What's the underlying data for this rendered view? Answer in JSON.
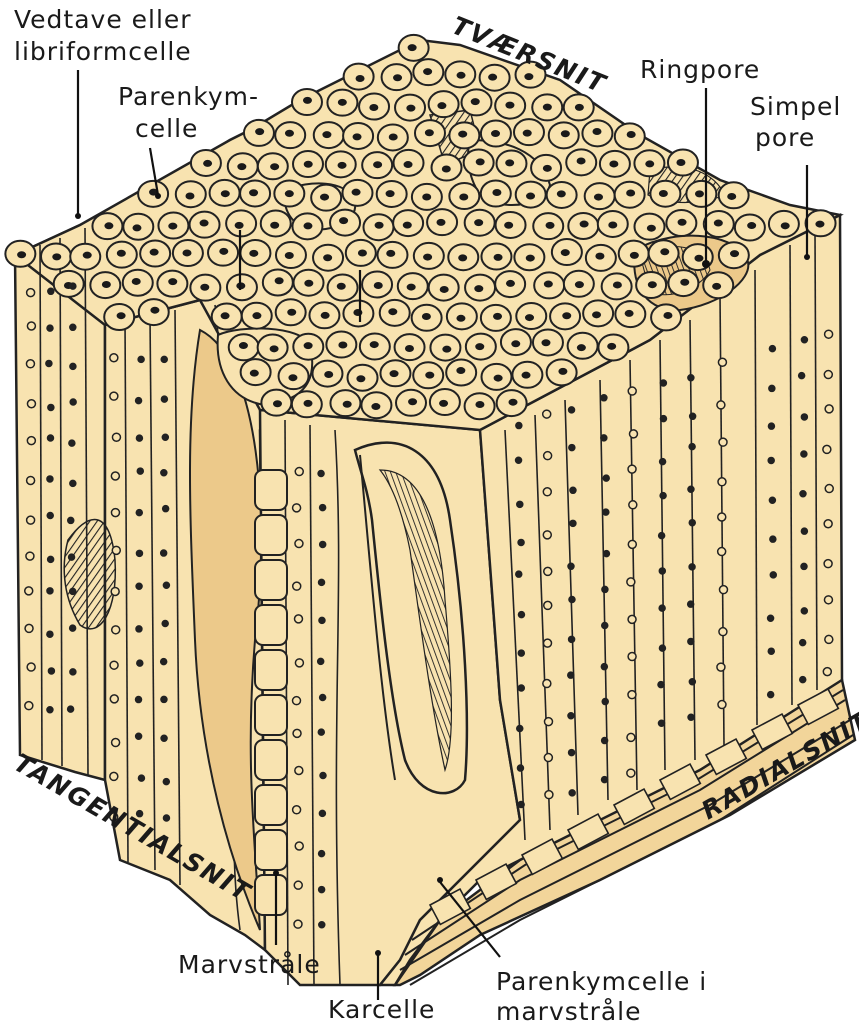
{
  "labels": {
    "fiber": [
      "Vedtave eller",
      "libriformcelle"
    ],
    "parenchyma": [
      "Parenkym-",
      "celle"
    ],
    "ringpore": "Ringpore",
    "simple_pore": [
      "Simpel",
      "pore"
    ],
    "ray": "Marvstråle",
    "vessel": "Karcelle",
    "ray_parenchyma": [
      "Parenkymcelle i",
      "marvstråle"
    ]
  },
  "sections": {
    "transverse": "TVÆRSNIT",
    "tangential": "TANGENTIALSNIT",
    "radial": "RADIALSNIT"
  },
  "colors": {
    "wood": "#f8e3b0",
    "wood_shade": "#ecc98a",
    "line": "#222222",
    "background": "#ffffff"
  }
}
